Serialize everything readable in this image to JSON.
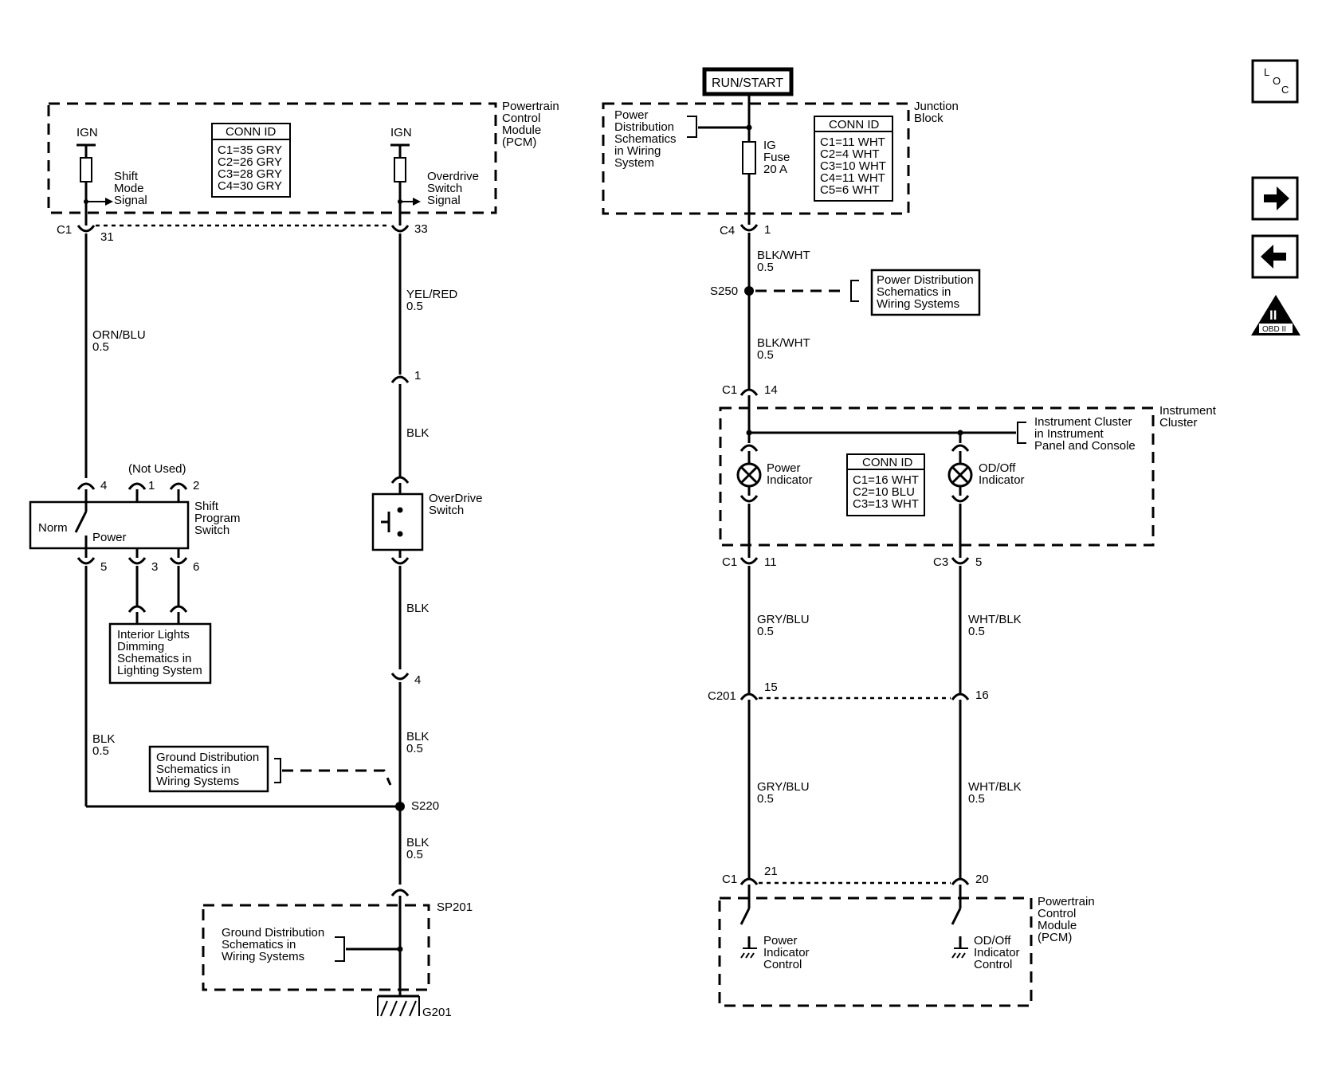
{
  "left": {
    "pcm_label": [
      "Powertrain",
      "Control",
      "Module",
      "(PCM)"
    ],
    "ign_label": "IGN",
    "shift_mode_signal": [
      "Shift",
      "Mode",
      "Signal"
    ],
    "overdrive_switch_signal": [
      "Overdrive",
      "Switch",
      "Signal"
    ],
    "conn_id": {
      "title": "CONN ID",
      "rows": [
        "C1=35 GRY",
        "C2=26 GRY",
        "C3=28 GRY",
        "C4=30 GRY"
      ]
    },
    "c1": "C1",
    "pin_31": "31",
    "pin_33": "33",
    "wire_orn_blu": [
      "ORN/BLU",
      "0.5"
    ],
    "wire_yel_red": [
      "YEL/RED",
      "0.5"
    ],
    "pin_1": "1",
    "wire_blk_a": "BLK",
    "not_used": "(Not Used)",
    "sps_pins_top": [
      "4",
      "1",
      "2"
    ],
    "sps_pins_bottom": [
      "5",
      "3",
      "6"
    ],
    "sps_norm": "Norm",
    "sps_power": "Power",
    "sps_label": [
      "Shift",
      "Program",
      "Switch"
    ],
    "overdrive_switch": [
      "OverDrive",
      "Switch"
    ],
    "wire_blk_b": "BLK",
    "pin_4": "4",
    "interior_lights": [
      "Interior Lights",
      "Dimming",
      "Schematics in",
      "Lighting System"
    ],
    "wire_blk_left": [
      "BLK",
      "0.5"
    ],
    "wire_blk_c": [
      "BLK",
      "0.5"
    ],
    "ground_dist_1": [
      "Ground Distribution",
      "Schematics in",
      "Wiring Systems"
    ],
    "s220": "S220",
    "wire_blk_d": [
      "BLK",
      "0.5"
    ],
    "sp201": "SP201",
    "ground_dist_2": [
      "Ground Distribution",
      "Schematics in",
      "Wiring Systems"
    ],
    "g201": "G201"
  },
  "right": {
    "run_start": "RUN/START",
    "power_dist": [
      "Power",
      "Distribution",
      "Schematics",
      "in Wiring",
      "System"
    ],
    "ig_fuse": [
      "IG",
      "Fuse",
      "20 A"
    ],
    "jb_conn_id": {
      "title": "CONN ID",
      "rows": [
        "C1=11 WHT",
        "C2=4 WHT",
        "C3=10 WHT",
        "C4=11 WHT",
        "C5=6 WHT"
      ]
    },
    "junction_block": [
      "Junction",
      "Block"
    ],
    "c4": "C4",
    "pin_1": "1",
    "wire_blk_wht_1": [
      "BLK/WHT",
      "0.5"
    ],
    "s250": "S250",
    "power_dist_2": [
      "Power Distribution",
      "Schematics in",
      "Wiring Systems"
    ],
    "wire_blk_wht_2": [
      "BLK/WHT",
      "0.5"
    ],
    "c1_a": "C1",
    "pin_14": "14",
    "instrument_cluster": [
      "Instrument",
      "Cluster"
    ],
    "cluster_ref": [
      "Instrument Cluster",
      "in Instrument",
      "Panel and Console"
    ],
    "power_indicator": [
      "Power",
      "Indicator"
    ],
    "odoff_indicator": [
      "OD/Off",
      "Indicator"
    ],
    "ic_conn_id": {
      "title": "CONN ID",
      "rows": [
        "C1=16 WHT",
        "C2=10 BLU",
        "C3=13 WHT"
      ]
    },
    "c1_b": "C1",
    "pin_11": "11",
    "c3": "C3",
    "pin_5": "5",
    "wire_gry_blu_1": [
      "GRY/BLU",
      "0.5"
    ],
    "wire_wht_blk_1": [
      "WHT/BLK",
      "0.5"
    ],
    "c201": "C201",
    "pin_15": "15",
    "pin_16": "16",
    "wire_gry_blu_2": [
      "GRY/BLU",
      "0.5"
    ],
    "wire_wht_blk_2": [
      "WHT/BLK",
      "0.5"
    ],
    "c1_c": "C1",
    "pin_21": "21",
    "pin_20": "20",
    "pcm_label": [
      "Powertrain",
      "Control",
      "Module",
      "(PCM)"
    ],
    "power_indicator_control": [
      "Power",
      "Indicator",
      "Control"
    ],
    "odoff_indicator_control": [
      "OD/Off",
      "Indicator",
      "Control"
    ]
  },
  "nav": {
    "loc": [
      "L",
      "O",
      "C"
    ],
    "obd_text": "OBD II",
    "obd_roman": "II"
  }
}
